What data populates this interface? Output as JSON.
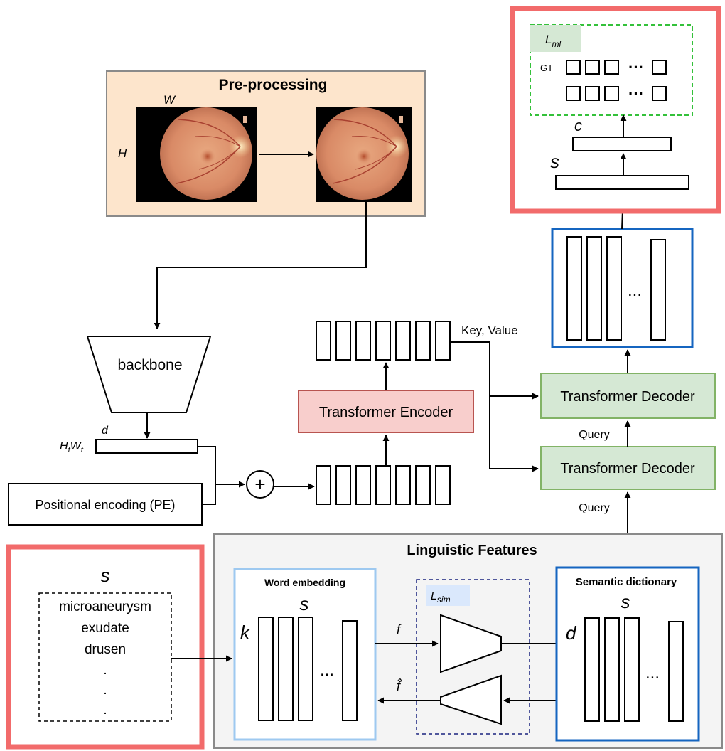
{
  "preprocessing": {
    "title": "Pre-processing",
    "width_label": "W",
    "height_label": "H"
  },
  "backbone": {
    "label": "backbone"
  },
  "feature": {
    "d_label": "d",
    "hw_label": "HfWf"
  },
  "positional_encoding": {
    "label": "Positional encoding (PE)"
  },
  "plus_symbol": "+",
  "transformer_encoder": {
    "label": "Transformer Encoder"
  },
  "key_value_label": "Key, Value",
  "decoder_top": {
    "label": "Transformer Decoder",
    "query_label": "Query"
  },
  "decoder_bottom": {
    "label": "Transformer Decoder",
    "query_label": "Query"
  },
  "output_block": {
    "ellipsis": "..."
  },
  "classifier": {
    "s_label": "s",
    "c_label": "c",
    "loss_label": "L",
    "loss_sub": "ml",
    "gt_label": "GT",
    "ellipsis": "···"
  },
  "linguistic": {
    "title": "Linguistic Features",
    "word_embedding": {
      "title": "Word embedding",
      "s_label": "s",
      "k_label": "k",
      "ellipsis": "..."
    },
    "sim": {
      "loss_label": "L",
      "loss_sub": "sim",
      "f_label": "f",
      "f_hat_label": "f̂"
    },
    "semantic_dictionary": {
      "title": "Semantic dictionary",
      "s_label": "s",
      "d_label": "d",
      "ellipsis": "..."
    }
  },
  "label_set": {
    "s_label": "s",
    "items": [
      "microaneurysm",
      "exudate",
      "drusen"
    ],
    "dots": [
      ".",
      ".",
      "."
    ]
  },
  "colors": {
    "preprocess_fill": "#fde5cc",
    "preprocess_title": "#a86f35",
    "encoder_fill": "#f8cecc",
    "decoder_fill": "#d5e8d4",
    "decoder_border": "#82b366",
    "blue_border": "#1565c0",
    "light_blue_border": "#9ec9f0",
    "highlight_red": "#f26b6b",
    "green_dashed": "#34c13a",
    "ling_fill": "#f4f4f4",
    "ling_title": "#1a4a8a",
    "loss_ml_bg": "#d5e8d4",
    "loss_sim_bg": "#dae8fc"
  }
}
